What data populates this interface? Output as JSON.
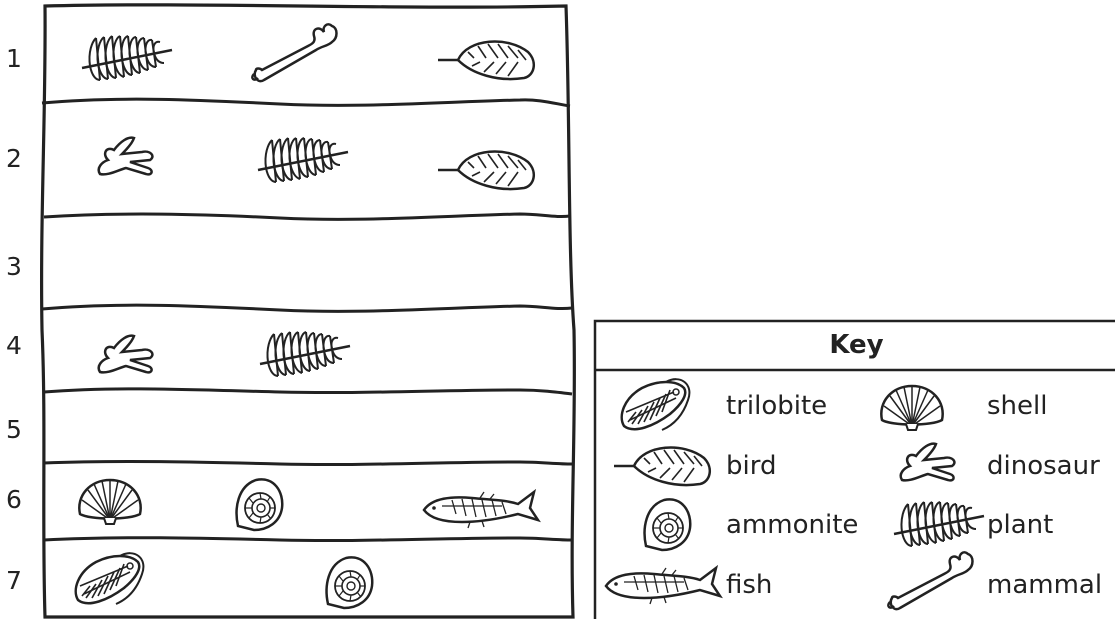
{
  "layers": [
    {
      "number": "1",
      "fossils": [
        "plant",
        "mammal",
        "bird"
      ]
    },
    {
      "number": "2",
      "fossils": [
        "dinosaur",
        "plant",
        "bird"
      ]
    },
    {
      "number": "3",
      "fossils": []
    },
    {
      "number": "4",
      "fossils": [
        "dinosaur",
        "plant"
      ]
    },
    {
      "number": "5",
      "fossils": []
    },
    {
      "number": "6",
      "fossils": [
        "shell",
        "ammonite",
        "fish"
      ]
    },
    {
      "number": "7",
      "fossils": [
        "trilobite",
        "ammonite"
      ]
    }
  ],
  "key": {
    "title": "Key",
    "items": [
      {
        "icon": "trilobite",
        "label": "trilobite"
      },
      {
        "icon": "shell",
        "label": "shell"
      },
      {
        "icon": "bird",
        "label": "bird"
      },
      {
        "icon": "dinosaur",
        "label": "dinosaur"
      },
      {
        "icon": "ammonite",
        "label": "ammonite"
      },
      {
        "icon": "plant",
        "label": "plant"
      },
      {
        "icon": "fish",
        "label": "fish"
      },
      {
        "icon": "mammal",
        "label": "mammal"
      }
    ]
  },
  "colors": {
    "line": "#222222",
    "background": "#ffffff"
  }
}
